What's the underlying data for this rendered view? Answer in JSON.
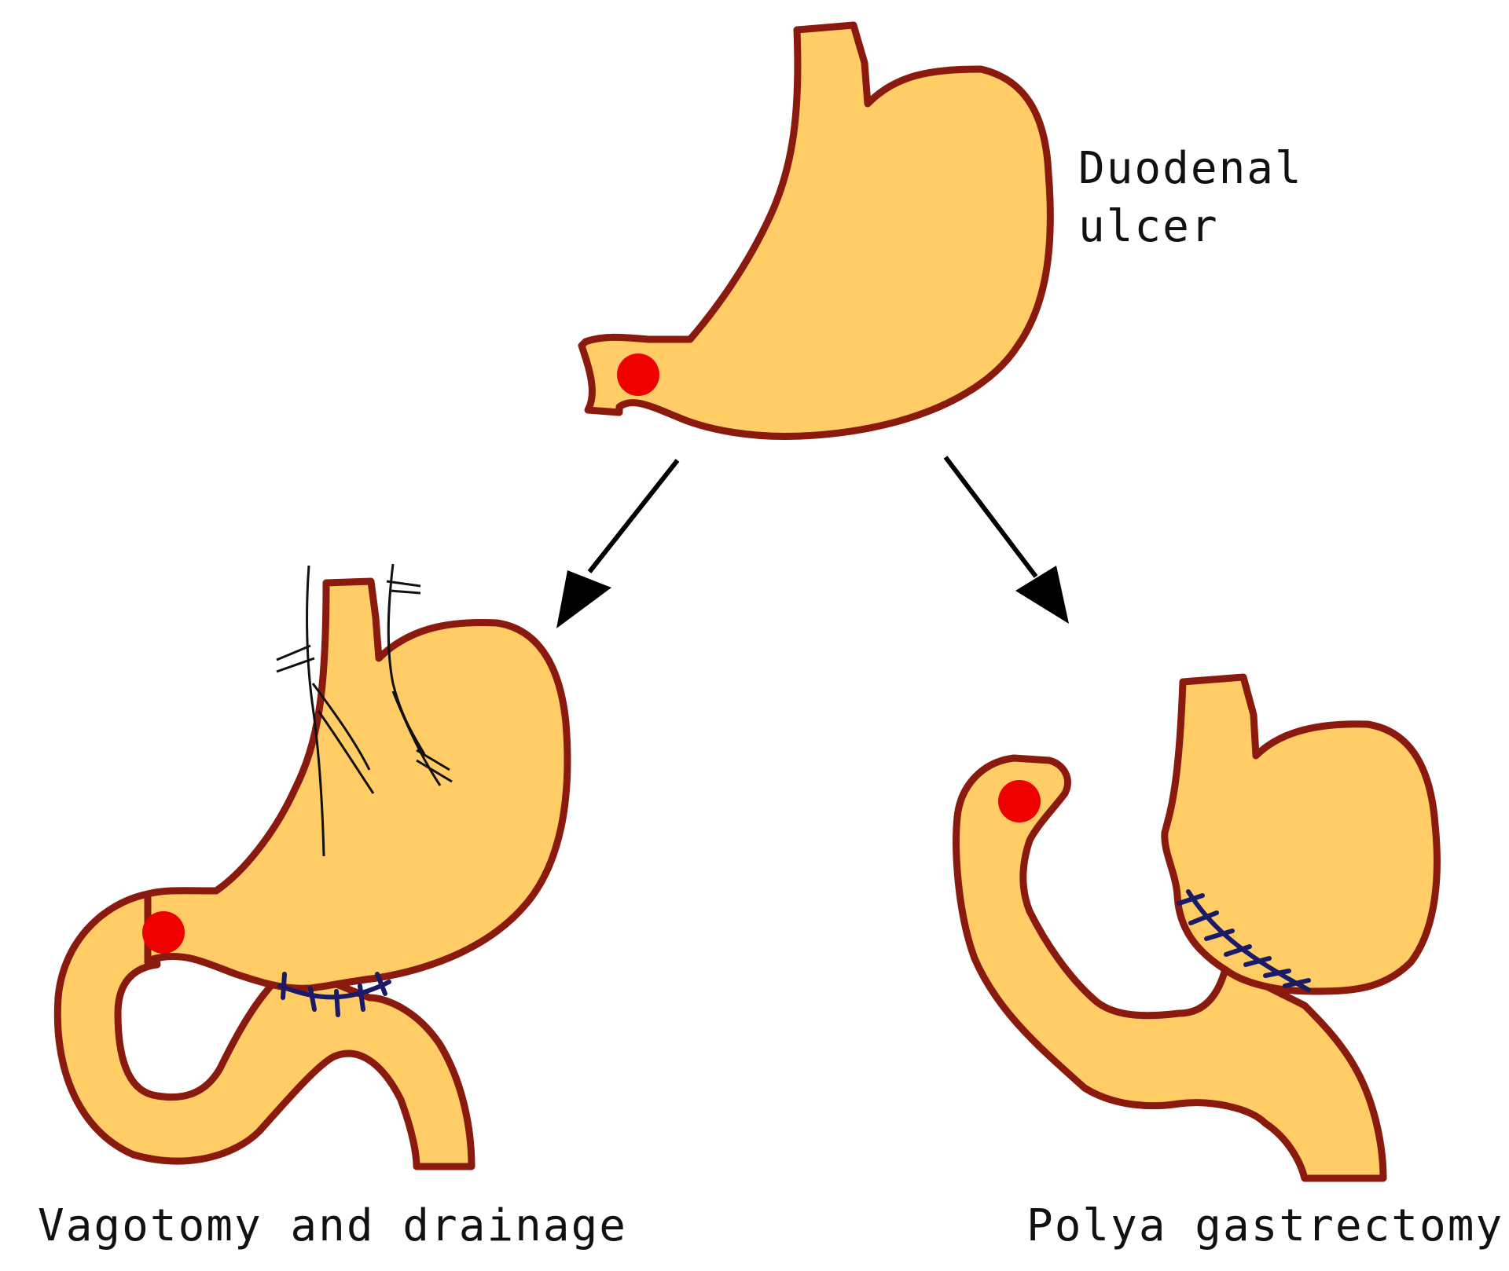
{
  "labels": {
    "top_line1": "Duodenal",
    "top_line2": "ulcer",
    "left": "Vagotomy and drainage",
    "right": "Polya gastrectomy"
  },
  "colors": {
    "stomach_fill": "#FFCC66",
    "outline": "#8B1A0E",
    "ulcer": "#EE0000",
    "suture": "#1A1A66",
    "nerve": "#111111",
    "arrow": "#000000"
  },
  "icons": {
    "arrow_left": "arrow-down-left",
    "arrow_right": "arrow-down-right"
  }
}
